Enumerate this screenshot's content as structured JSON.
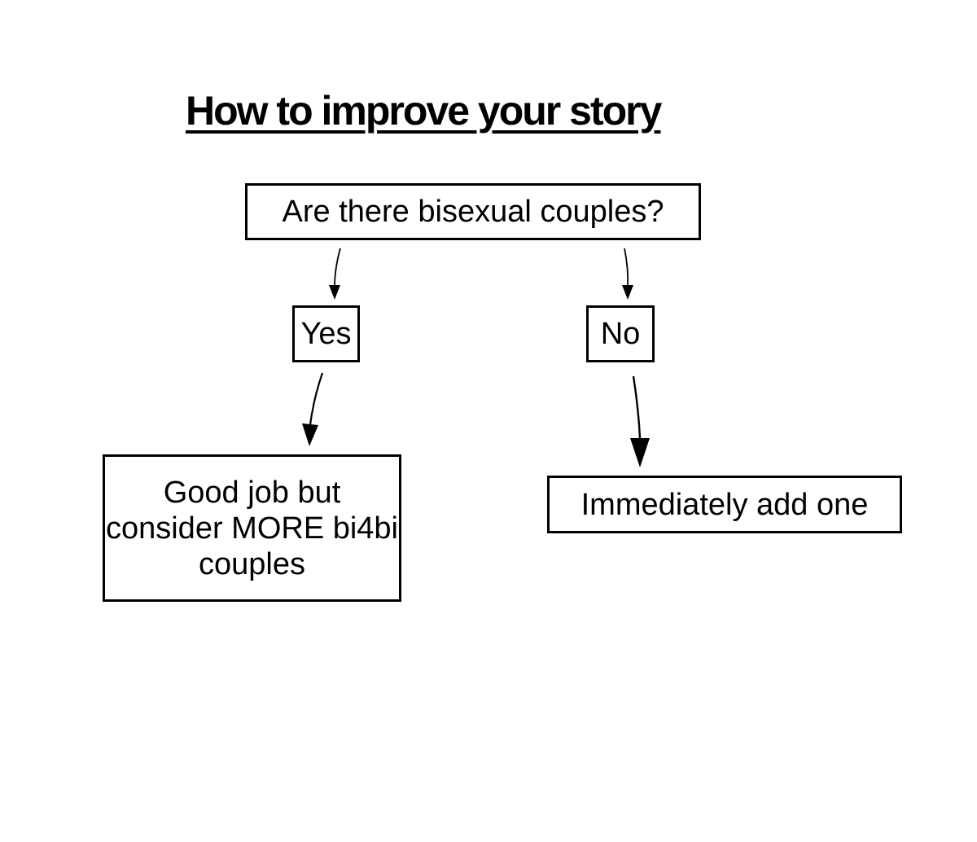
{
  "title": "How to improve your story",
  "nodes": {
    "question": "Are there bisexual couples?",
    "yes": "Yes",
    "no": "No",
    "yes_result": "Good job but consider MORE bi4bi couples",
    "no_result": "Immediately add one"
  },
  "edges": [
    {
      "from": "question",
      "to": "yes"
    },
    {
      "from": "question",
      "to": "no"
    },
    {
      "from": "yes",
      "to": "yes_result"
    },
    {
      "from": "no",
      "to": "no_result"
    }
  ]
}
